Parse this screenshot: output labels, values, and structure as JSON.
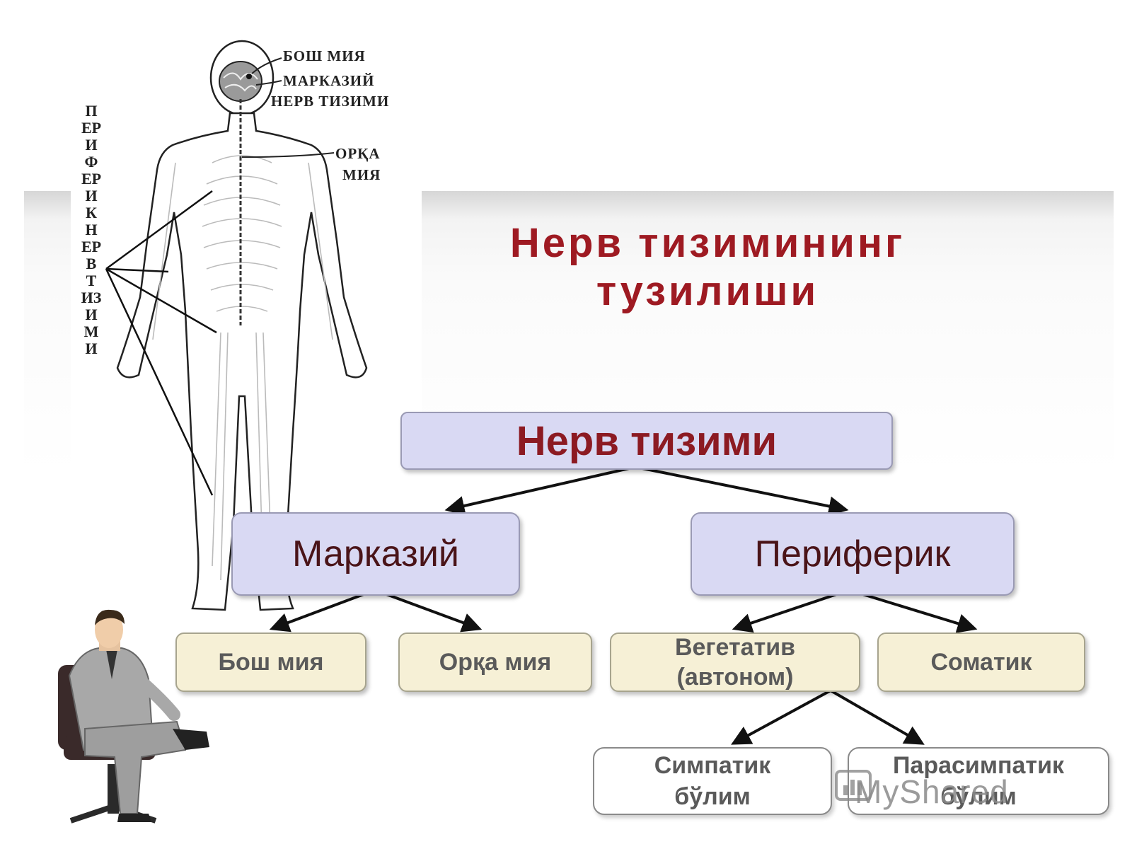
{
  "title_line1": "Нерв тизимининг",
  "title_line2": "тузилиши",
  "figure_labels": {
    "brain": "БОШ МИЯ",
    "cns_line1": "МАРКАЗИЙ",
    "cns_line2": "НЕРВ ТИЗИМИ",
    "spinal_line1": "ОРҚА",
    "spinal_line2": "МИЯ",
    "peripheral_vertical": "ПЕРИФЕРИК НЕРВ ТИЗИМИ"
  },
  "tree": {
    "root": "Нерв тизими",
    "central": "Марказий",
    "peripheral": "Периферик",
    "brain": "Бош мия",
    "spinal_cord": "Орқа мия",
    "vegetative_line1": "Вегетатив",
    "vegetative_line2": "(автоном)",
    "somatic": "Соматик",
    "sympathetic_line1": "Симпатик",
    "sympathetic_line2": "бўлим",
    "parasympathetic_line1": "Парасимпатик",
    "parasympathetic_line2": "бўлим"
  },
  "watermark": "MyShared",
  "colors": {
    "title": "#9e1a22",
    "root_box": "#d9d9f3",
    "leaf_box": "#f6f0d6"
  }
}
